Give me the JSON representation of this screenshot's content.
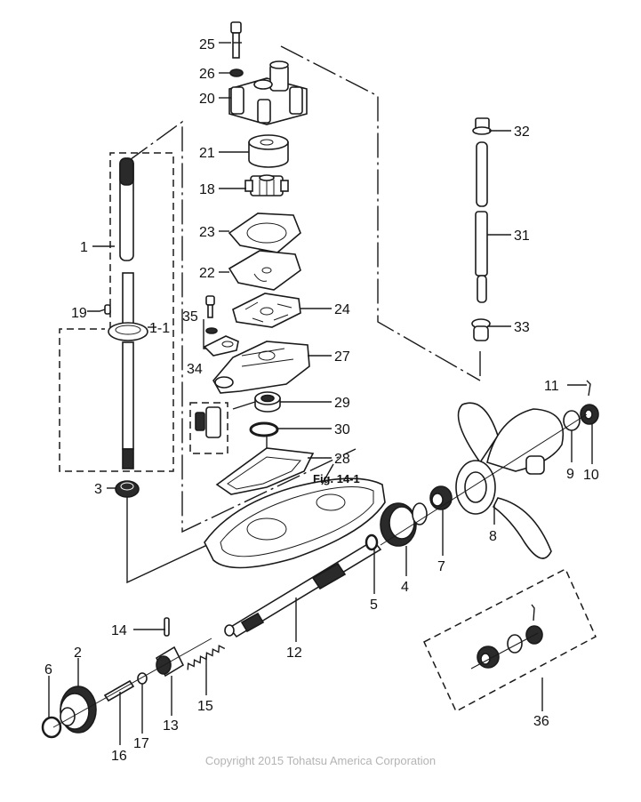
{
  "diagram": {
    "title": "Lower unit exploded parts diagram",
    "figure_ref": "Fig. 14-1",
    "copyright": "Copyright 2015 Tohatsu America Corporation",
    "parts": [
      {
        "key": "p1",
        "label": "1",
        "name": "drive-shaft"
      },
      {
        "key": "p1_1",
        "label": "1-1",
        "name": "drive-shaft-bearing"
      },
      {
        "key": "p2",
        "label": "2",
        "name": "reverse-gear"
      },
      {
        "key": "p3",
        "label": "3",
        "name": "pinion-gear"
      },
      {
        "key": "p4",
        "label": "4",
        "name": "forward-gear"
      },
      {
        "key": "p5",
        "label": "5",
        "name": "thrust-washer"
      },
      {
        "key": "p6",
        "label": "6",
        "name": "shim-washer"
      },
      {
        "key": "p7",
        "label": "7",
        "name": "thrust-holder"
      },
      {
        "key": "p8",
        "label": "8",
        "name": "propeller"
      },
      {
        "key": "p9",
        "label": "9",
        "name": "washer"
      },
      {
        "key": "p10",
        "label": "10",
        "name": "propeller-nut"
      },
      {
        "key": "p11",
        "label": "11",
        "name": "cotter-pin"
      },
      {
        "key": "p12",
        "label": "12",
        "name": "propeller-shaft"
      },
      {
        "key": "p13",
        "label": "13",
        "name": "clutch"
      },
      {
        "key": "p14",
        "label": "14",
        "name": "clutch-pin"
      },
      {
        "key": "p15",
        "label": "15",
        "name": "clutch-spring"
      },
      {
        "key": "p16",
        "label": "16",
        "name": "push-rod"
      },
      {
        "key": "p17",
        "label": "17",
        "name": "steel-ball"
      },
      {
        "key": "p18",
        "label": "18",
        "name": "impeller"
      },
      {
        "key": "p19",
        "label": "19",
        "name": "drive-key"
      },
      {
        "key": "p20",
        "label": "20",
        "name": "pump-case"
      },
      {
        "key": "p21",
        "label": "21",
        "name": "pump-liner"
      },
      {
        "key": "p22",
        "label": "22",
        "name": "pump-plate"
      },
      {
        "key": "p23",
        "label": "23",
        "name": "pump-case-gasket"
      },
      {
        "key": "p24",
        "label": "24",
        "name": "pump-plate-gasket"
      },
      {
        "key": "p25",
        "label": "25",
        "name": "bolt"
      },
      {
        "key": "p26",
        "label": "26",
        "name": "washer-small"
      },
      {
        "key": "p27",
        "label": "27",
        "name": "pump-base"
      },
      {
        "key": "p28",
        "label": "28",
        "name": "base-gasket"
      },
      {
        "key": "p29",
        "label": "29",
        "name": "oil-seal"
      },
      {
        "key": "p30",
        "label": "30",
        "name": "o-ring"
      },
      {
        "key": "p31",
        "label": "31",
        "name": "water-pipe"
      },
      {
        "key": "p32",
        "label": "32",
        "name": "water-pipe-grommet-upper"
      },
      {
        "key": "p33",
        "label": "33",
        "name": "water-pipe-grommet-lower"
      },
      {
        "key": "p34",
        "label": "34",
        "name": "plate"
      },
      {
        "key": "p35",
        "label": "35",
        "name": "screw"
      },
      {
        "key": "p36",
        "label": "36",
        "name": "propeller-hardware-kit"
      }
    ],
    "labels": {
      "p1": "1",
      "p1_1": "1-1",
      "p2": "2",
      "p3": "3",
      "p4": "4",
      "p5": "5",
      "p6": "6",
      "p7": "7",
      "p8": "8",
      "p9": "9",
      "p10": "10",
      "p11": "11",
      "p12": "12",
      "p13": "13",
      "p14": "14",
      "p15": "15",
      "p16": "16",
      "p17": "17",
      "p18": "18",
      "p19": "19",
      "p20": "20",
      "p21": "21",
      "p22": "22",
      "p23": "23",
      "p24": "24",
      "p25": "25",
      "p26": "26",
      "p27": "27",
      "p28": "28",
      "p29": "29",
      "p30": "30",
      "p31": "31",
      "p32": "32",
      "p33": "33",
      "p34": "34",
      "p35": "35",
      "p36": "36"
    }
  }
}
